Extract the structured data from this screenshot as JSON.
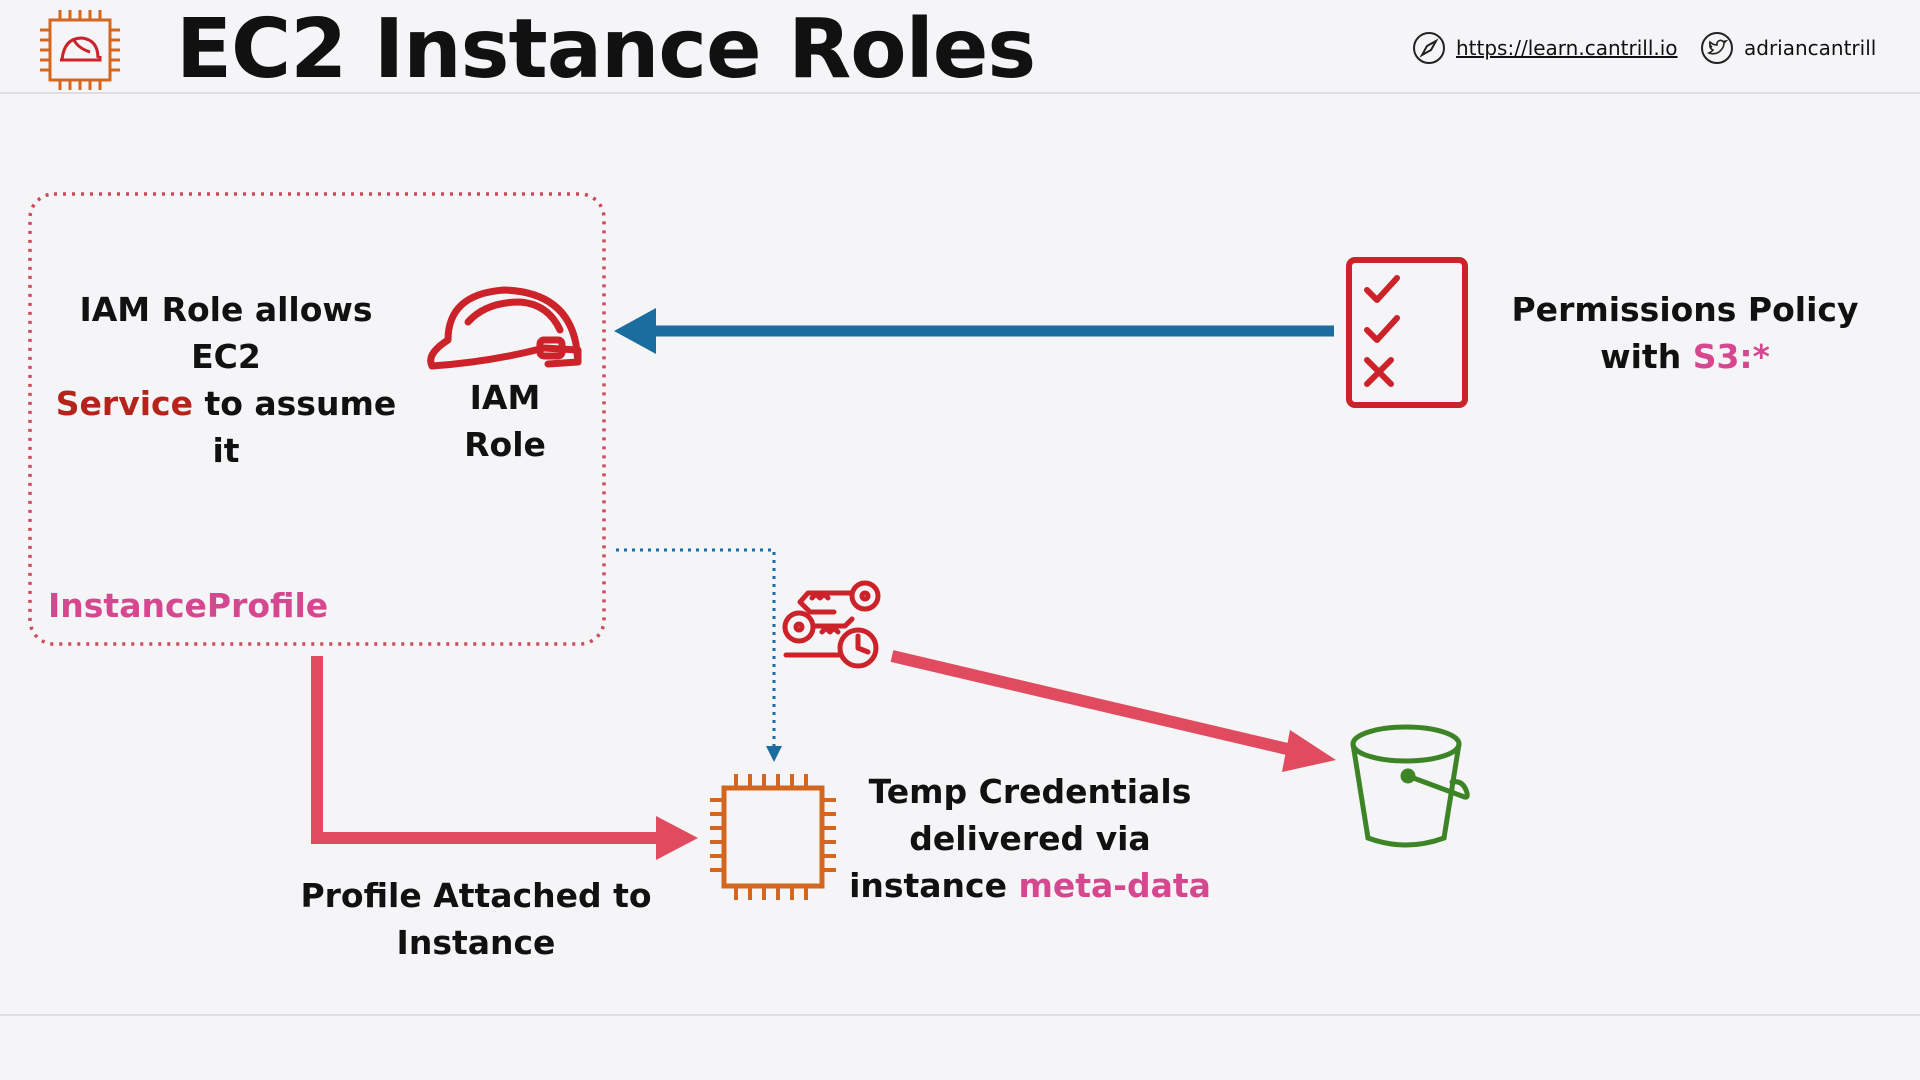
{
  "header": {
    "title": "EC2 Instance Roles",
    "learn_url": "https://learn.cantrill.io",
    "twitter_handle": "adriancantrill",
    "logo_icon": "ec2-chip-helmet-icon",
    "compass_icon": "compass-icon",
    "twitter_icon": "twitter-bird-icon"
  },
  "diagram": {
    "role_text": {
      "line1": "IAM Role allows EC2",
      "service": "Service",
      "line2_rest": " to assume it"
    },
    "iam_role_label": {
      "line1": "IAM",
      "line2": "Role"
    },
    "instance_profile": "InstanceProfile",
    "policy": {
      "line1": "Permissions Policy",
      "with": "with ",
      "s3": "S3:*"
    },
    "profile_attached": {
      "line1": "Profile Attached to",
      "line2": "Instance"
    },
    "temp_creds": {
      "line1": "Temp Credentials",
      "line2": "delivered via",
      "line3_prefix": "instance ",
      "metadata": "meta-data"
    },
    "icons": [
      "iam-role-helmet-icon",
      "permissions-checklist-icon",
      "temporary-keys-icon",
      "ec2-instance-chip-icon",
      "s3-bucket-icon"
    ],
    "colors": {
      "blue_arrow": "#1a6d9e",
      "red_arrow": "#e04b5f",
      "iam_red": "#cc2229",
      "ec2_orange": "#d36620",
      "s3_green": "#3c8425",
      "pink_text": "#d5488f",
      "dark_red_text": "#b5241b"
    }
  }
}
